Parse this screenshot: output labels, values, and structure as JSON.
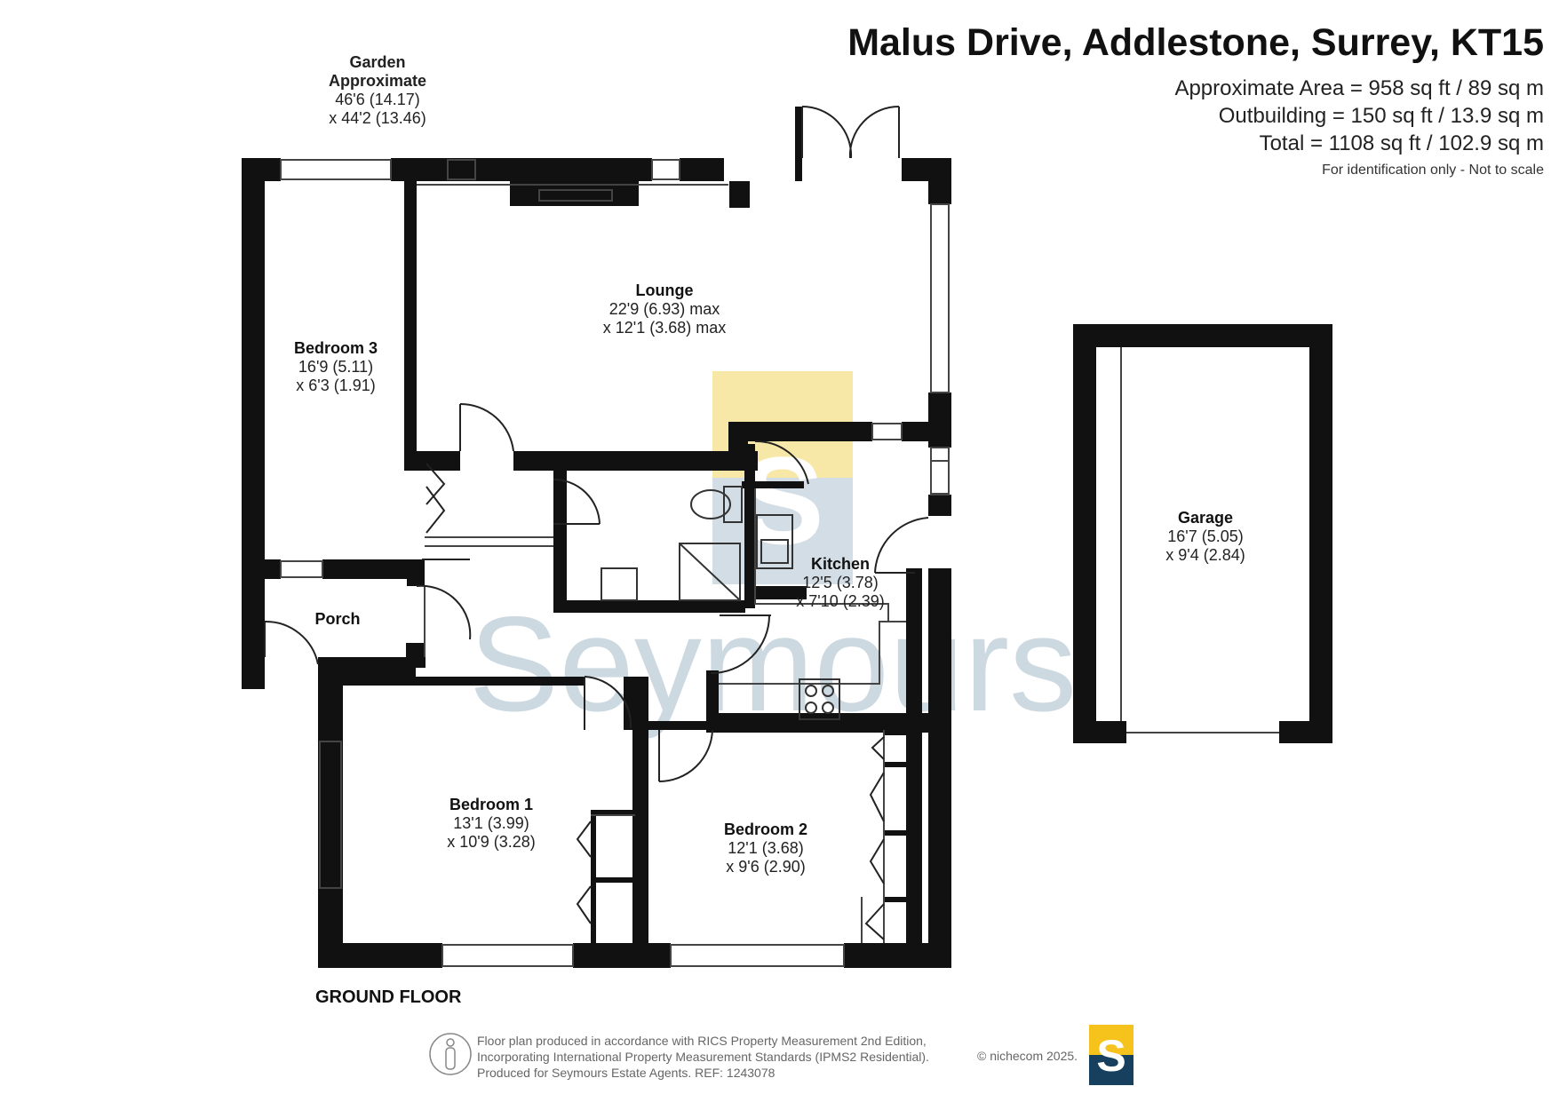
{
  "header": {
    "title": "Malus Drive, Addlestone, Surrey, KT15",
    "area_lines": [
      "Approximate Area = 958 sq ft / 89 sq m",
      "Outbuilding = 150 sq ft / 13.9 sq m",
      "Total = 1108 sq ft / 102.9 sq m"
    ],
    "note": "For identification only - Not to scale"
  },
  "garden": {
    "lines": [
      "Garden",
      "Approximate",
      "46'6 (14.17)",
      "x 44'2 (13.46)"
    ]
  },
  "rooms": {
    "lounge": {
      "name": "Lounge",
      "dim1": "22'9 (6.93) max",
      "dim2": "x 12'1 (3.68) max"
    },
    "bedroom3": {
      "name": "Bedroom 3",
      "dim1": "16'9 (5.11)",
      "dim2": "x 6'3 (1.91)"
    },
    "kitchen": {
      "name": "Kitchen",
      "dim1": "12'5 (3.78)",
      "dim2": "x 7'10 (2.39)"
    },
    "porch": {
      "name": "Porch"
    },
    "bedroom1": {
      "name": "Bedroom 1",
      "dim1": "13'1 (3.99)",
      "dim2": "x 10'9 (3.28)"
    },
    "bedroom2": {
      "name": "Bedroom 2",
      "dim1": "12'1 (3.68)",
      "dim2": "x 9'6 (2.90)"
    },
    "garage": {
      "name": "Garage",
      "dim1": "16'7 (5.05)",
      "dim2": "x 9'4 (2.84)"
    }
  },
  "floor_label": "GROUND FLOOR",
  "watermark": {
    "text": "Seymours",
    "monogram": "S"
  },
  "footer": {
    "lines": [
      "Floor plan produced in accordance with RICS Property Measurement 2nd Edition,",
      "Incorporating International Property Measurement Standards (IPMS2 Residential).",
      "Produced for Seymours Estate Agents.   REF: 1243078"
    ],
    "copyright": "© nichecom 2025.",
    "logo_letter": "S"
  },
  "colors": {
    "wall": "#111111",
    "watermark_blue": "#cdd9e1",
    "watermark_yellow": "#f8e8a8",
    "logo_yellow": "#f6c21c",
    "logo_navy": "#17405f"
  }
}
